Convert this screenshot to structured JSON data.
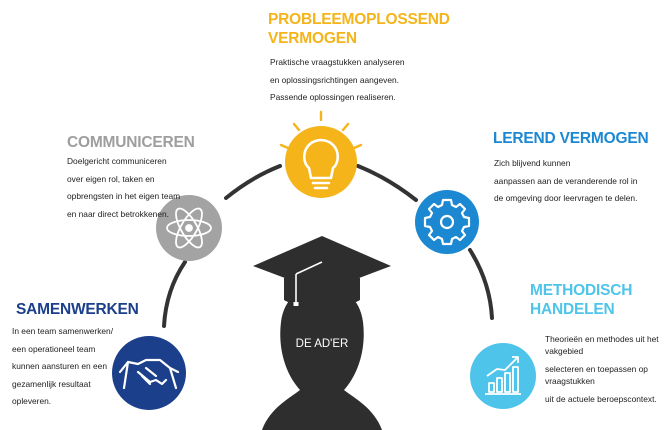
{
  "colors": {
    "problem": "#f4b41a",
    "communicate": "#9e9e9e",
    "learn": "#1c88d2",
    "cooperate": "#1b3f8b",
    "method": "#4fc4ea",
    "silhouette": "#2e2e2e",
    "arc": "#333333"
  },
  "icons": {
    "problem": "lightbulb-icon",
    "communicate": "atom-icon",
    "learn": "gear-icon",
    "cooperate": "handshake-icon",
    "method": "bar-chart-icon",
    "center": "graduate-silhouette-icon"
  },
  "center": {
    "label": "DE AD'ER"
  },
  "sections": {
    "problem": {
      "title_lines": [
        "PROBLEEMOPLOSSEND",
        "VERMOGEN"
      ],
      "lines": [
        "Praktische vraagstukken analyseren",
        "en oplossingsrichtingen aangeven.",
        "Passende oplossingen realiseren."
      ]
    },
    "communicate": {
      "title_lines": [
        "COMMUNICEREN"
      ],
      "lines": [
        "Doelgericht communiceren",
        "over eigen rol, taken en",
        "opbrengsten in het eigen team",
        "en naar direct betrokkenen."
      ]
    },
    "learn": {
      "title_lines": [
        "LEREND VERMOGEN"
      ],
      "lines": [
        "Zich blijvend kunnen",
        "aanpassen aan de veranderende rol in",
        "de omgeving door leervragen te delen."
      ]
    },
    "cooperate": {
      "title_lines": [
        "SAMENWERKEN"
      ],
      "lines": [
        "In een team samenwerken/",
        "een operationeel team",
        "kunnen aansturen en een",
        "gezamenlijk resultaat",
        "opleveren."
      ]
    },
    "method": {
      "title_lines": [
        "METHODISCH",
        "HANDELEN"
      ],
      "lines": [
        "Theorieën en methodes uit het",
        "vakgebied",
        "selecteren en toepassen op",
        "vraagstukken",
        "uit de actuele beroepscontext."
      ]
    }
  }
}
